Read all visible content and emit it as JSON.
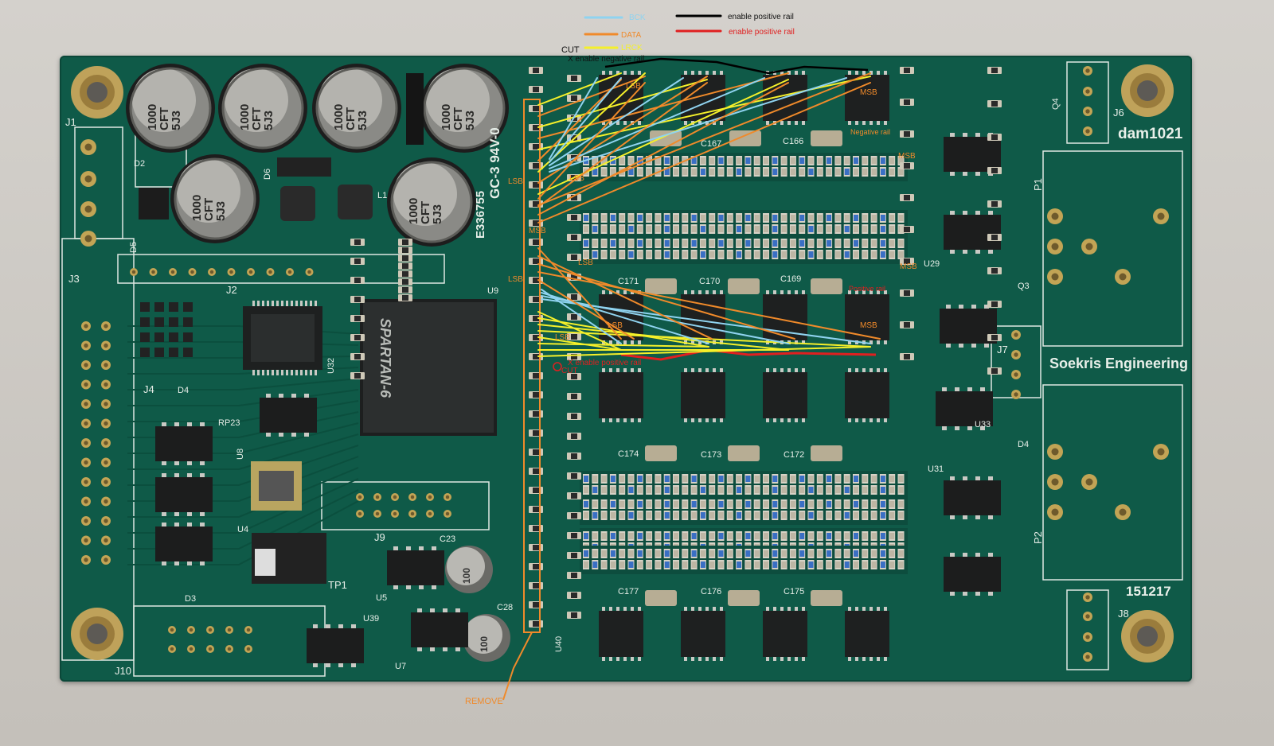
{
  "legend": {
    "bck": "BCK",
    "data": "DATA",
    "lrck": "LRCK",
    "enable_black": "enable positive rail",
    "enable_red": "enable positive rail"
  },
  "annotations": {
    "cut_top": "CUT",
    "enable_negative": "X  enable negative rail",
    "negative_rail": "Negative rail",
    "positive_rail": "Positive rail",
    "enable_positive_bottom": "X enable positive rail",
    "cut_bottom": "CUT",
    "remove": "REMOVE",
    "lsb_1": "LSB",
    "lsb_2": "LSB",
    "lsb_3": "LSB",
    "lsb_4": "LSB",
    "lsb_5": "LSB",
    "lsb_6": "LSB",
    "lsb_7": "LSB",
    "msb_1": "MSB",
    "msb_2": "MSB",
    "msb_3": "MSB",
    "msb_4": "MSB",
    "msb_5": "MSB"
  },
  "silkscreen": {
    "brand": "Soekris Engineering",
    "model": "dam1021",
    "serial": "151217",
    "fpga_brand": "SPARTAN",
    "fpga_sub": "-6",
    "gc_code": "GC-3 94V-0",
    "ul_code": "E336755",
    "j1": "J1",
    "j2": "J2",
    "j3": "J3",
    "j4": "J4",
    "j6": "J6",
    "j7": "J7",
    "j8": "J8",
    "j9": "J9",
    "j10": "J10",
    "p1": "P1",
    "p2": "P2",
    "tp1": "TP1",
    "d2": "D2",
    "d3": "D3",
    "d4": "D4",
    "d5": "D5",
    "d6": "D6",
    "l1": "L1",
    "u4": "U4",
    "u5": "U5",
    "u7": "U7",
    "u8": "U8",
    "u9": "U9",
    "u29": "U29",
    "u31": "U31",
    "u32": "U32",
    "u33": "U33",
    "u39": "U39",
    "u40": "U40",
    "q3": "Q3",
    "q4": "Q4",
    "rp23": "RP23",
    "c23": "C23",
    "c28": "C28",
    "c166": "C166",
    "c167": "C167",
    "c169": "C169",
    "c170": "C170",
    "c171": "C171",
    "c172": "C172",
    "c173": "C173",
    "c174": "C174",
    "c175": "C175",
    "c176": "C176",
    "c177": "C177"
  },
  "capacitor_markings": {
    "value": "1000",
    "series": "CFT",
    "code": "5J3",
    "small_value": "100"
  },
  "colors": {
    "board": "#0f5a48",
    "bck": "#8fd3f0",
    "data": "#f08a2a",
    "lrck": "#f5f02a",
    "enable_black": "#000000",
    "enable_red": "#e02020",
    "silkscreen": "#e8efe9"
  }
}
